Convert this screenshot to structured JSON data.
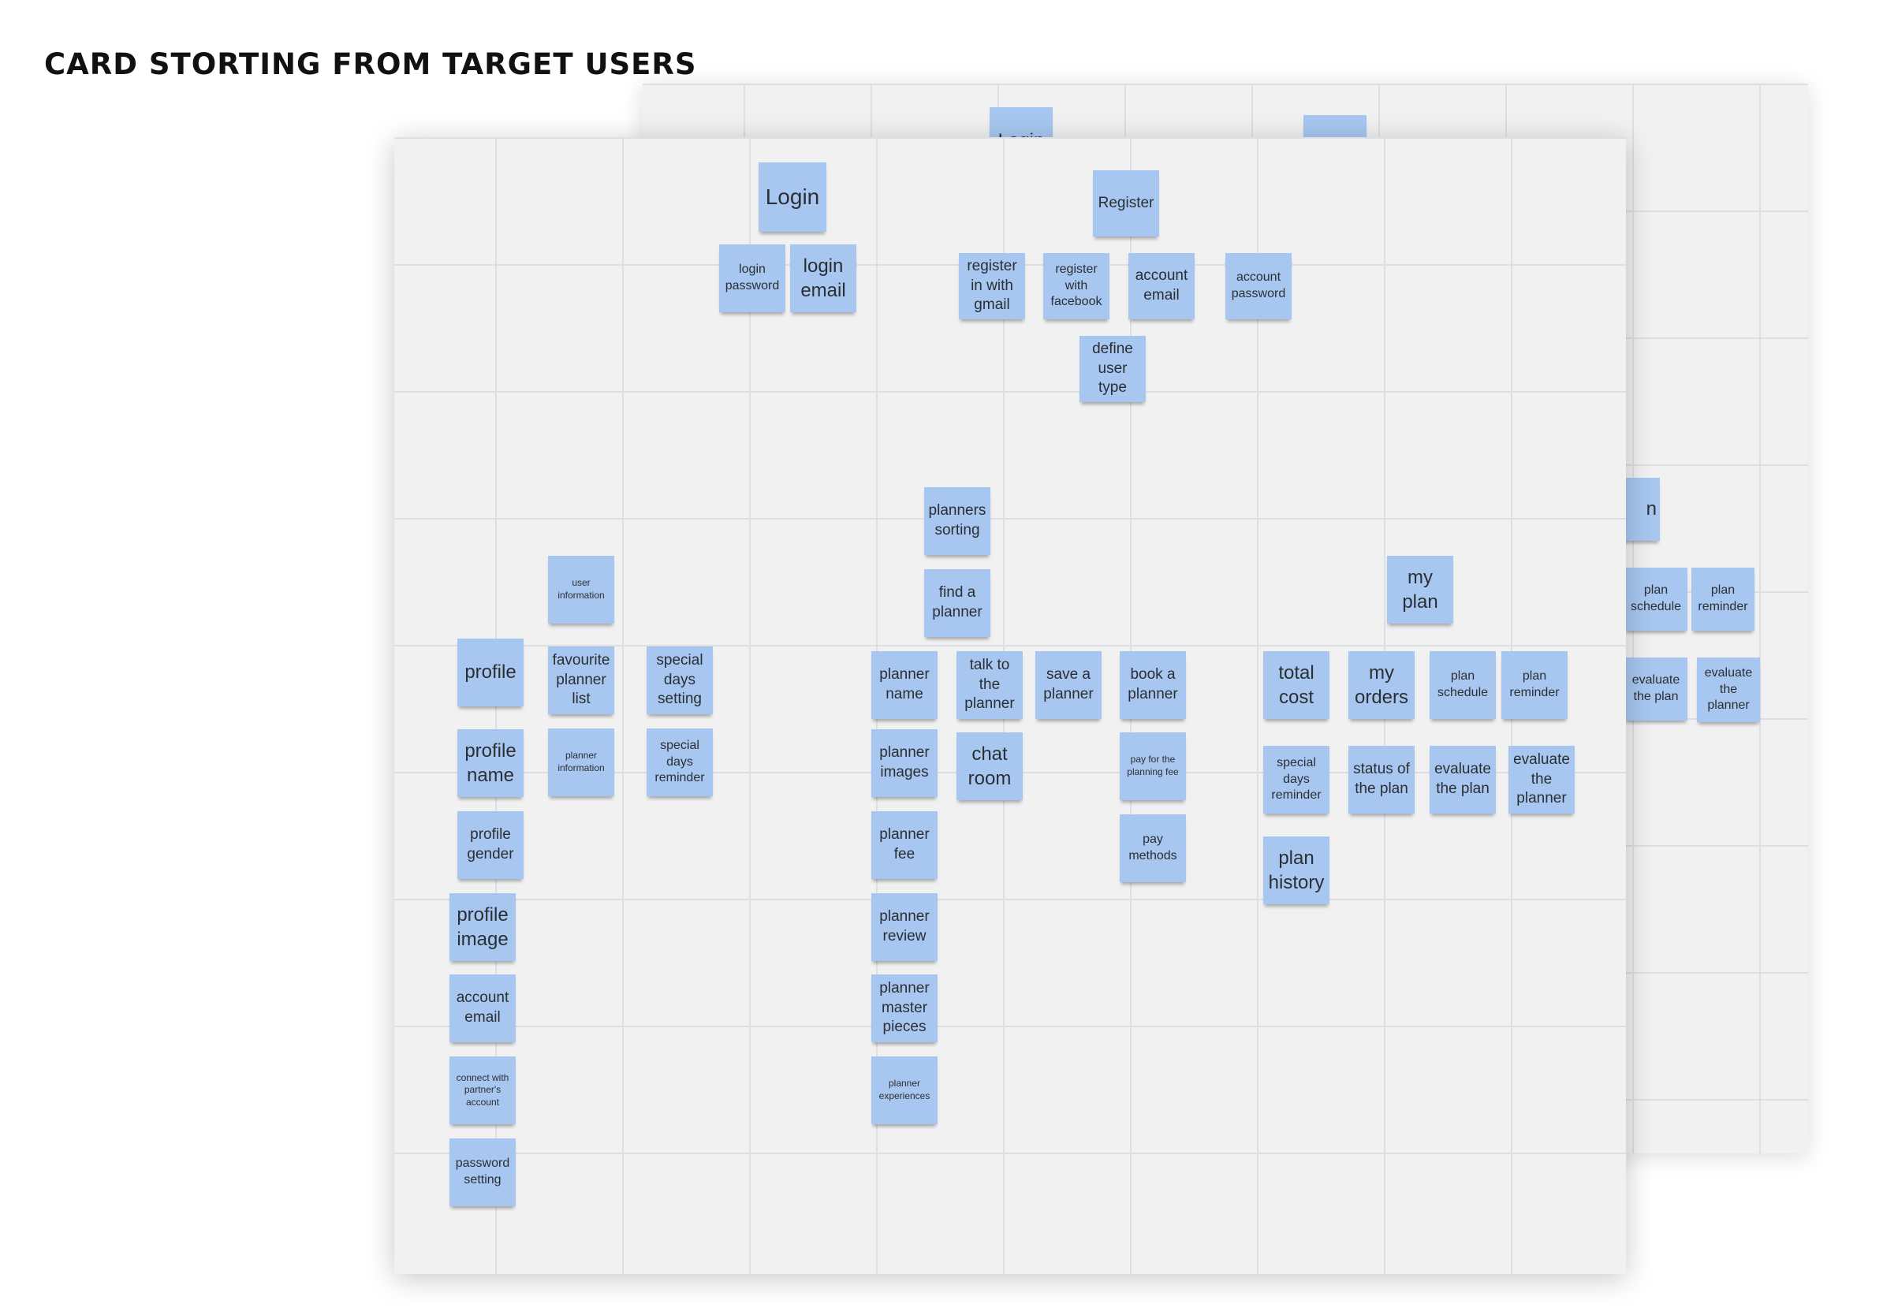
{
  "title": "CARD STORTING FROM TARGET USERS",
  "colors": {
    "note": "#a7c7f0",
    "board": "#f1f1f2",
    "grid": "#dedfe2",
    "text": "#2b2e33"
  },
  "back_board": {
    "notes": [
      "Login",
      "",
      "n",
      "plan schedule",
      "plan reminder",
      "evaluate the plan",
      "evaluate the planner"
    ]
  },
  "front_board": {
    "auth": {
      "login": "Login",
      "login_password": "login password",
      "login_email": "login email",
      "register": "Register",
      "register_gmail": "register in with gmail",
      "register_facebook": "register with facebook",
      "account_email": "account email",
      "account_password": "account password",
      "define_user_type": "define user type"
    },
    "profile": {
      "profile": "profile",
      "profile_name": "profile name",
      "profile_gender": "profile gender",
      "profile_image": "profile image",
      "account_email": "account email",
      "connect_partner": "connect with partner's account",
      "password_setting": "password setting",
      "user_information": "user information",
      "favourite_planner_list": "favourite planner list",
      "planner_information": "planner information",
      "special_days_setting": "special days setting",
      "special_days_reminder": "special days reminder"
    },
    "planner": {
      "planners_sorting": "planners sorting",
      "find_a_planner": "find a planner",
      "planner_name": "planner name",
      "planner_images": "planner images",
      "planner_fee": "planner fee",
      "planner_review": "planner review",
      "planner_master_pieces": "planner master pieces",
      "planner_experiences": "planner experiences",
      "talk_to_the_planner": "talk to the planner",
      "chat_room": "chat room",
      "save_a_planner": "save a planner",
      "book_a_planner": "book a planner",
      "pay_planning_fee": "pay for the planning fee",
      "pay_methods": "pay methods"
    },
    "plan": {
      "my_plan": "my plan",
      "total_cost": "total cost",
      "my_orders": "my orders",
      "plan_schedule": "plan schedule",
      "plan_reminder": "plan reminder",
      "special_days_reminder": "special days reminder",
      "status_of_the_plan": "status of the plan",
      "evaluate_the_plan": "evaluate the plan",
      "evaluate_the_planner": "evaluate the planner",
      "plan_history": "plan history"
    }
  }
}
